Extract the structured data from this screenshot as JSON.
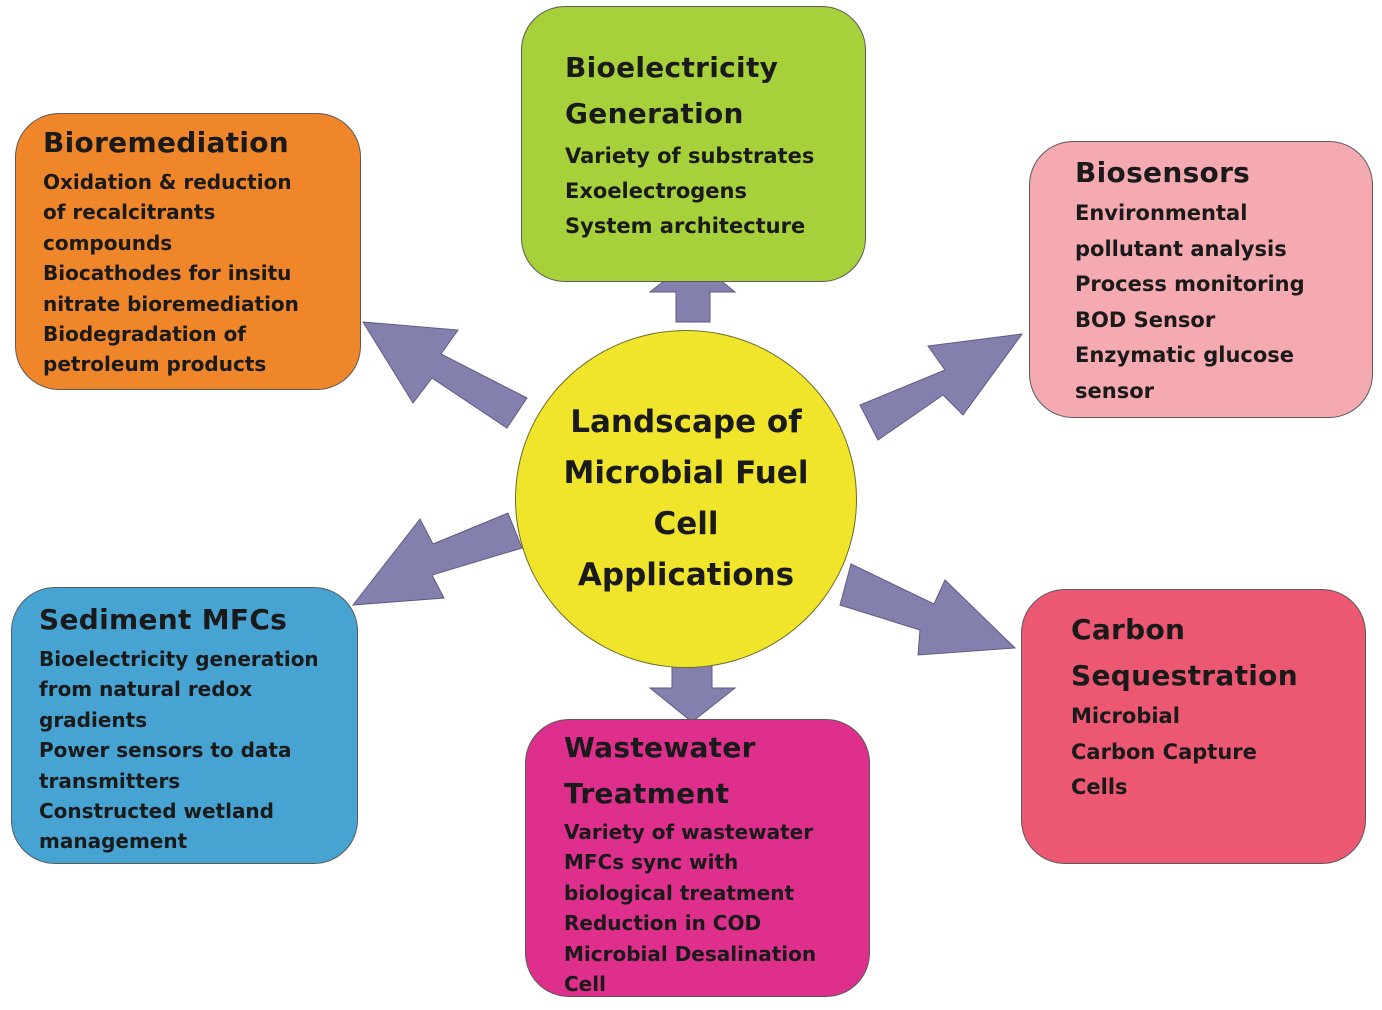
{
  "center": {
    "title_lines": [
      "Landscape of",
      "Microbial Fuel",
      "Cell",
      "Applications"
    ]
  },
  "boxes": {
    "bioelectricity": {
      "title_lines": [
        "Bioelectricity",
        "Generation"
      ],
      "items": [
        "Variety of substrates",
        "Exoelectrogens",
        "System architecture"
      ],
      "color": "#a7d13a"
    },
    "bioremediation": {
      "title_lines": [
        "Bioremediation"
      ],
      "items": [
        "Oxidation & reduction",
        "of recalcitrants",
        "compounds",
        "Biocathodes for insitu",
        "nitrate bioremediation",
        "Biodegradation of",
        "petroleum products"
      ],
      "color": "#f0862a"
    },
    "biosensors": {
      "title_lines": [
        "Biosensors"
      ],
      "items": [
        "Environmental",
        "pollutant analysis",
        "Process monitoring",
        "BOD Sensor",
        "Enzymatic glucose",
        "sensor"
      ],
      "color": "#f5a9b0"
    },
    "sediment": {
      "title_lines": [
        "Sediment MFCs"
      ],
      "items": [
        "Bioelectricity generation",
        "from natural redox",
        "gradients",
        "Power sensors to data",
        "transmitters",
        "Constructed wetland",
        "management"
      ],
      "color": "#46a3d2"
    },
    "carbon": {
      "title_lines": [
        "Carbon",
        "Sequestration"
      ],
      "items": [
        "Microbial",
        "Carbon Capture",
        "Cells"
      ],
      "color": "#ec5772"
    },
    "wastewater": {
      "title_lines": [
        "Wastewater",
        "Treatment"
      ],
      "items": [
        "Variety of wastewater",
        "MFCs sync with",
        "biological treatment",
        "Reduction in COD",
        "Microbial Desalination",
        "Cell"
      ],
      "color": "#de2f8c"
    }
  },
  "colors": {
    "arrow": "#8480ae",
    "center": "#f0e52b"
  }
}
